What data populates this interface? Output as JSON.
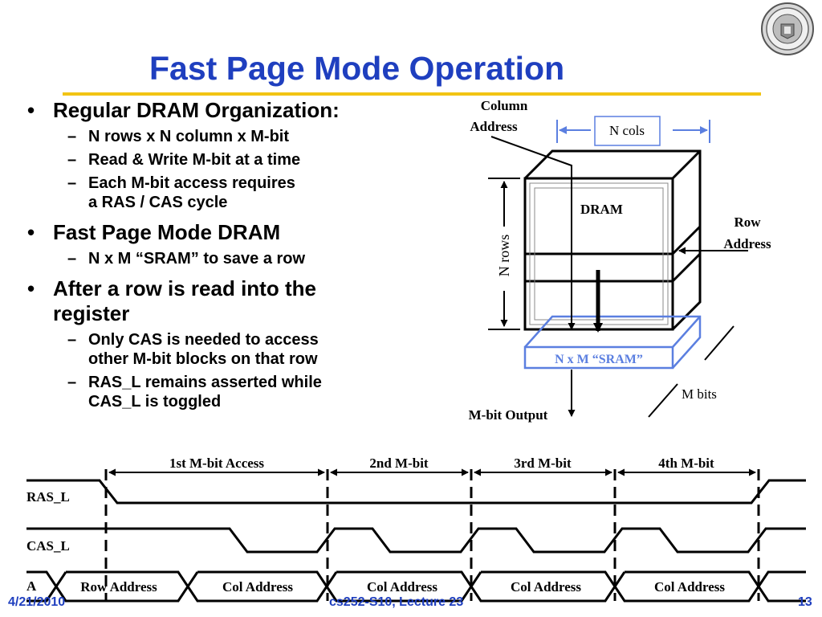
{
  "title": "Fast Page Mode Operation",
  "bullets": {
    "b1": "Regular DRAM Organization:",
    "b1_s1": "N rows x N column x M-bit",
    "b1_s2": "Read & Write M-bit at a time",
    "b1_s3a": "Each M-bit access requires",
    "b1_s3b": "a RAS / CAS cycle",
    "b2": "Fast Page Mode DRAM",
    "b2_s1": "N x M “SRAM” to save a row",
    "b3a": "After a row is read into the",
    "b3b": "register",
    "b3_s1a": "Only CAS is needed to access",
    "b3_s1b": "other M-bit blocks on that row",
    "b3_s2a": "RAS_L remains asserted while",
    "b3_s2b": "CAS_L is toggled"
  },
  "diagram": {
    "column_address_1": "Column",
    "column_address_2": "Address",
    "n_cols": "N cols",
    "dram": "DRAM",
    "row_address_1": "Row",
    "row_address_2": "Address",
    "n_rows": "N rows",
    "sram": "N x M “SRAM”",
    "m_bits": "M bits",
    "m_bit_output": "M-bit Output"
  },
  "timing": {
    "phases": [
      "1st M-bit Access",
      "2nd M-bit",
      "3rd M-bit",
      "4th M-bit"
    ],
    "signals": [
      "RAS_L",
      "CAS_L",
      "A"
    ],
    "row_address": "Row Address",
    "col_address": "Col Address"
  },
  "footer": {
    "date": "4/21/2010",
    "course": "cs252-S10, Lecture 23",
    "page": "13"
  },
  "colors": {
    "title": "#1f3fbf",
    "rule": "#f2c414",
    "sram_box": "#5b7fe0"
  }
}
